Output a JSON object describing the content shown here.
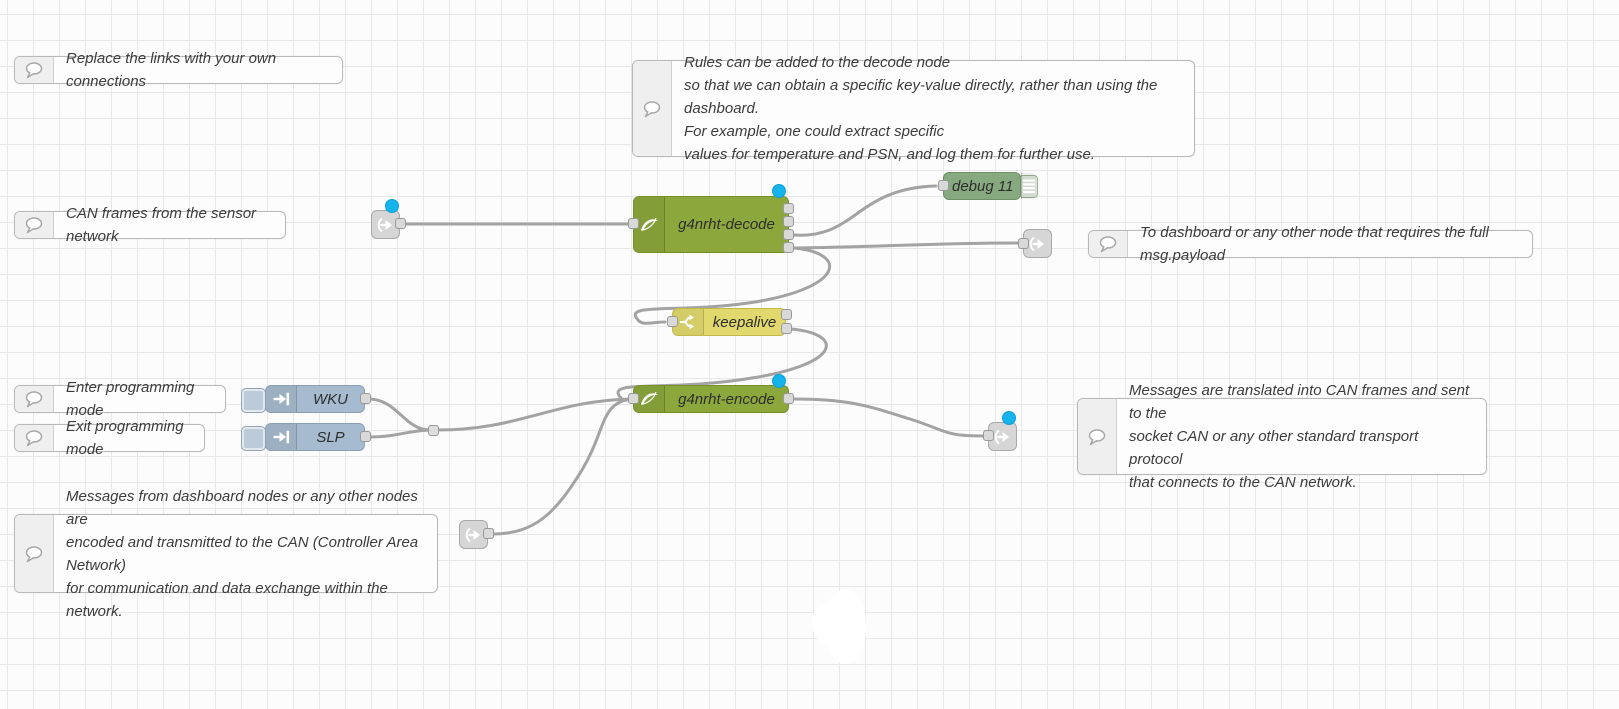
{
  "canvas": {
    "app": "node-red-flow-editor",
    "wire_color": "#a3a3a3",
    "changed_indicator_color": "#17b3ec",
    "grid_color": "#e8e8e8"
  },
  "colors": {
    "decode_encode_node": "#8ca83c",
    "debug_node": "#87a980",
    "switch_node": "#e2d96e",
    "inject_node": "#a6bbcf",
    "link_node": "#d6d6d6",
    "port_fill": "#d9d9d9"
  },
  "comments": [
    {
      "text": "Replace the links with your own connections"
    },
    {
      "text": "Rules can be added to the decode node\nso that we can obtain a specific key-value directly, rather than using the dashboard.\nFor example, one could extract specific\nvalues for temperature and PSN, and log them for further use."
    },
    {
      "text": "CAN frames from the sensor network"
    },
    {
      "text": "Enter programming mode"
    },
    {
      "text": "Exit programming mode"
    },
    {
      "text": "To dashboard or any other node that requires the full msg.payload"
    },
    {
      "text": "Messages are translated into CAN frames and sent to the\nsocket CAN or any other standard transport protocol\nthat connects to the CAN network."
    },
    {
      "text": "Messages from dashboard nodes or any other nodes are\nencoded and transmitted to the CAN (Controller Area Network)\nfor communication and data exchange within the network."
    }
  ],
  "nodes": {
    "decode": {
      "label": "g4nrht-decode"
    },
    "encode": {
      "label": "g4nrht-encode"
    },
    "keepalive": {
      "label": "keepalive"
    },
    "debug": {
      "label": "debug 11"
    },
    "inject_wku": {
      "label": "WKU"
    },
    "inject_slp": {
      "label": "SLP"
    }
  }
}
